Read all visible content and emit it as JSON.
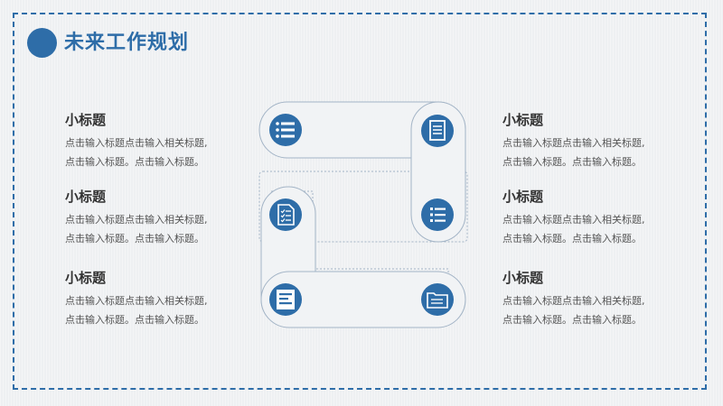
{
  "title": "未来工作规划",
  "accent_color": "#2e6da8",
  "left_items": [
    {
      "heading": "小标题",
      "line1": "点击输入标题点击输入相关标题,",
      "line2": "点击输入标题。点击输入标题。"
    },
    {
      "heading": "小标题",
      "line1": "点击输入标题点击输入相关标题,",
      "line2": "点击输入标题。点击输入标题。"
    },
    {
      "heading": "小标题",
      "line1": "点击输入标题点击输入相关标题,",
      "line2": "点击输入标题。点击输入标题。"
    }
  ],
  "right_items": [
    {
      "heading": "小标题",
      "line1": "点击输入标题点击输入相关标题,",
      "line2": "点击输入标题。点击输入标题。"
    },
    {
      "heading": "小标题",
      "line1": "点击输入标题点击输入相关标题,",
      "line2": "点击输入标题。点击输入标题。"
    },
    {
      "heading": "小标题",
      "line1": "点击输入标题点击输入相关标题,",
      "line2": "点击输入标题。点击输入标题。"
    }
  ],
  "icons": [
    "list-icon",
    "document-icon",
    "checklist-icon",
    "numbered-list-icon",
    "text-block-icon",
    "folder-icon"
  ]
}
